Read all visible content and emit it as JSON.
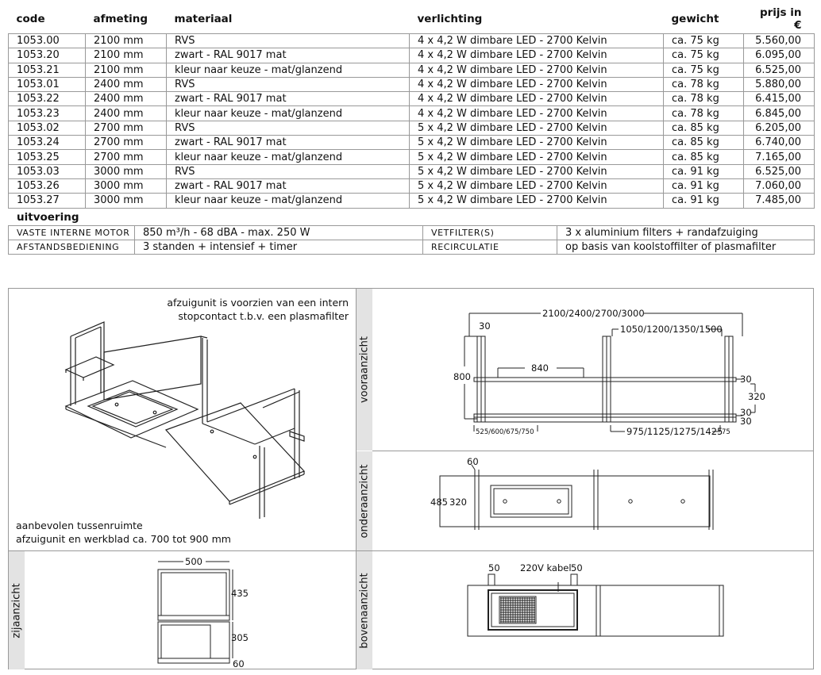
{
  "table": {
    "headers": {
      "code": "code",
      "size": "afmeting",
      "material": "materiaal",
      "light": "verlichting",
      "weight": "gewicht",
      "price": "prijs in €"
    },
    "rows": [
      {
        "code": "1053.00",
        "size": "2100 mm",
        "material": "RVS",
        "light": "4 x 4,2 W dimbare LED - 2700 Kelvin",
        "weight": "ca. 75 kg",
        "price": "5.560,00"
      },
      {
        "code": "1053.20",
        "size": "2100 mm",
        "material": "zwart - RAL 9017 mat",
        "light": "4 x 4,2 W dimbare LED - 2700 Kelvin",
        "weight": "ca. 75 kg",
        "price": "6.095,00"
      },
      {
        "code": "1053.21",
        "size": "2100 mm",
        "material": "kleur naar keuze - mat/glanzend",
        "light": "4 x 4,2 W dimbare LED - 2700 Kelvin",
        "weight": "ca. 75 kg",
        "price": "6.525,00"
      },
      {
        "code": "1053.01",
        "size": "2400 mm",
        "material": "RVS",
        "light": "4 x 4,2 W dimbare LED - 2700 Kelvin",
        "weight": "ca. 78 kg",
        "price": "5.880,00"
      },
      {
        "code": "1053.22",
        "size": "2400 mm",
        "material": "zwart - RAL 9017 mat",
        "light": "4 x 4,2 W dimbare LED - 2700 Kelvin",
        "weight": "ca. 78 kg",
        "price": "6.415,00"
      },
      {
        "code": "1053.23",
        "size": "2400 mm",
        "material": "kleur naar keuze - mat/glanzend",
        "light": "4 x 4,2 W dimbare LED - 2700 Kelvin",
        "weight": "ca. 78 kg",
        "price": "6.845,00"
      },
      {
        "code": "1053.02",
        "size": "2700 mm",
        "material": "RVS",
        "light": "5 x 4,2 W dimbare LED - 2700 Kelvin",
        "weight": "ca. 85 kg",
        "price": "6.205,00"
      },
      {
        "code": "1053.24",
        "size": "2700 mm",
        "material": "zwart - RAL 9017 mat",
        "light": "5 x 4,2 W dimbare LED - 2700 Kelvin",
        "weight": "ca. 85 kg",
        "price": "6.740,00"
      },
      {
        "code": "1053.25",
        "size": "2700 mm",
        "material": "kleur naar keuze - mat/glanzend",
        "light": "5 x 4,2 W dimbare LED - 2700 Kelvin",
        "weight": "ca. 85 kg",
        "price": "7.165,00"
      },
      {
        "code": "1053.03",
        "size": "3000 mm",
        "material": "RVS",
        "light": "5 x 4,2 W dimbare LED - 2700 Kelvin",
        "weight": "ca. 91 kg",
        "price": "6.525,00"
      },
      {
        "code": "1053.26",
        "size": "3000 mm",
        "material": "zwart - RAL 9017 mat",
        "light": "5 x 4,2 W dimbare LED - 2700 Kelvin",
        "weight": "ca. 91 kg",
        "price": "7.060,00"
      },
      {
        "code": "1053.27",
        "size": "3000 mm",
        "material": "kleur naar keuze - mat/glanzend",
        "light": "5 x 4,2 W dimbare LED - 2700 Kelvin",
        "weight": "ca. 91 kg",
        "price": "7.485,00"
      }
    ]
  },
  "uitvoering": {
    "title": "uitvoering",
    "rows": [
      {
        "k1": "VASTE INTERNE MOTOR",
        "v1": "850 m³/h - 68 dBA - max. 250 W",
        "k2": "VETFILTER(S)",
        "v2": "3 x aluminium filters + randafzuiging"
      },
      {
        "k1": "AFSTANDSBEDIENING",
        "v1": "3 standen + intensief + timer",
        "k2": "RECIRCULATIE",
        "v2": "op basis van koolstoffilter of plasmafilter"
      }
    ]
  },
  "drawings": {
    "note_top_1": "afzuigunit is voorzien van een intern",
    "note_top_2": "stopcontact t.b.v. een plasmafilter",
    "note_bottom_1": "aanbevolen tussenruimte",
    "note_bottom_2": "afzuigunit en werkblad ca. 700 tot 900 mm",
    "label_front": "vooraanzicht",
    "label_bottom": "onderaanzicht",
    "label_side": "zijaanzicht",
    "label_top": "bovenaanzicht",
    "front": {
      "total": "2100/2400/2700/3000",
      "half": "1050/1200/1350/1500",
      "d30a": "30",
      "d840": "840",
      "d800": "800",
      "r30a": "30",
      "r320": "320",
      "r30b": "30",
      "r30c": "30",
      "left": "525/600/675/750",
      "right": "975/1125/1275/1425",
      "r75": "75"
    },
    "under": {
      "d60": "60",
      "d485": "485",
      "d320": "320"
    },
    "side": {
      "d500": "500",
      "d435": "435",
      "d305": "305",
      "d60": "60"
    },
    "top": {
      "d50a": "50",
      "cable": "220V kabel",
      "d50b": "50"
    }
  }
}
